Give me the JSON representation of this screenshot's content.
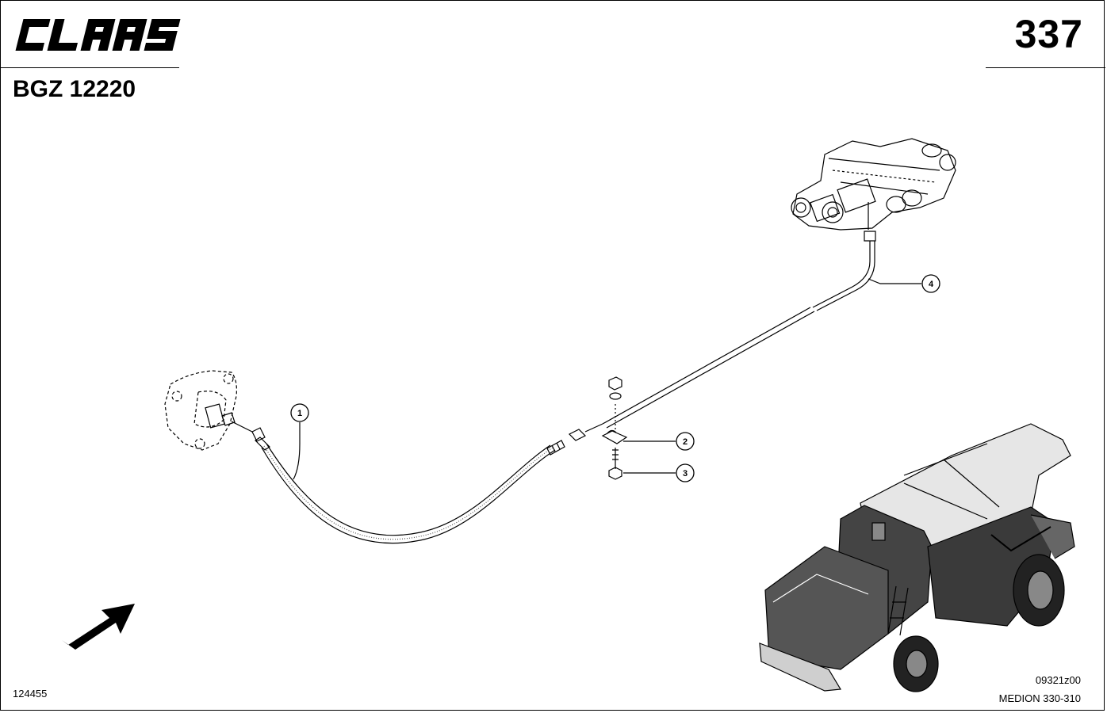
{
  "header": {
    "brand": "CLAAS",
    "page_number": "337",
    "group_code": "BGZ 12220"
  },
  "footer": {
    "drawing_id": "124455",
    "image_code": "09321z00",
    "model_range": "MEDION 330-310"
  },
  "callouts": [
    {
      "number": "1"
    },
    {
      "number": "2"
    },
    {
      "number": "3"
    },
    {
      "number": "4"
    }
  ],
  "colors": {
    "ink": "#000000",
    "paper": "#ffffff",
    "shade": "#3a3a3a"
  },
  "icons": [
    "claas-logo",
    "direction-arrow-icon",
    "combine-harvester-illustration"
  ]
}
